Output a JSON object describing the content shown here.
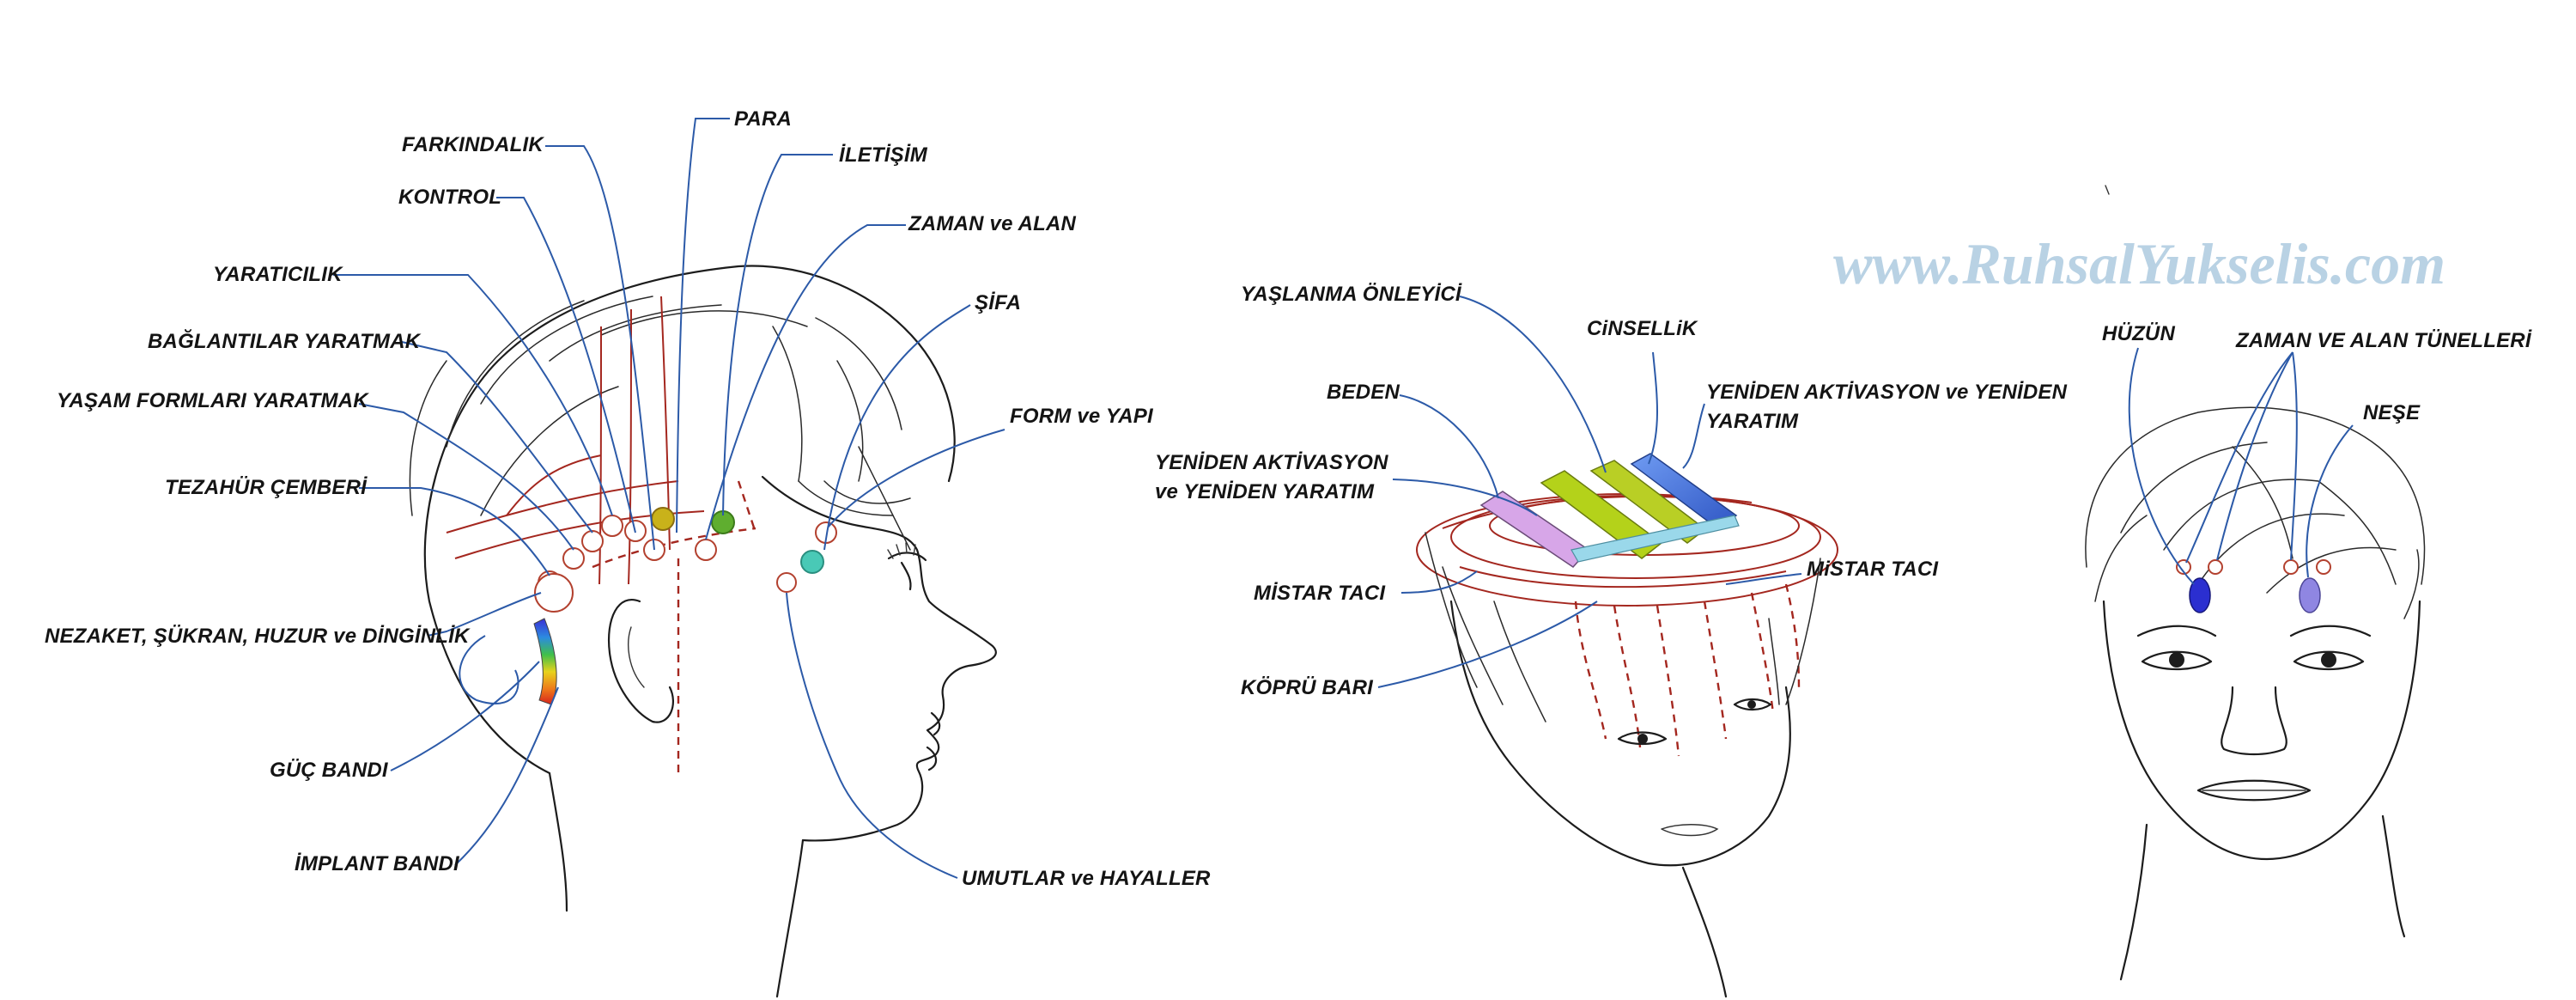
{
  "watermark": "www.RuhsalYukselis.com",
  "profile_labels": {
    "farkindalik": "FARKINDALIK",
    "para": "PARA",
    "kontrol": "KONTROL",
    "iletisim": "İLETİŞİM",
    "zaman_alan": "ZAMAN ve ALAN",
    "yaraticilik": "YARATICILIK",
    "sifa": "ŞİFA",
    "baglantilar": "BAĞLANTILAR YARATMAK",
    "form_yapi": "FORM ve YAPI",
    "yasam_formlari": "YAŞAM FORMLARI YARATMAK",
    "tezahur": "TEZAHÜR ÇEMBERİ",
    "nezaket": "NEZAKET, ŞÜKRAN, HUZUR ve DİNGİNLİK",
    "guc_bandi": "GÜÇ BANDI",
    "implant_bandi": "İMPLANT BANDI",
    "umutlar": "UMUTLAR ve HAYALLER"
  },
  "crown_labels": {
    "yaslanma": "YAŞLANMA ÖNLEYİCİ",
    "cinsellik": "CiNSELLiK",
    "beden": "BEDEN",
    "yeniden_right_1": "YENİDEN AKTİVASYON ve YENİDEN",
    "yeniden_right_2": "YARATIM",
    "yeniden_left_1": "YENİDEN AKTİVASYON",
    "yeniden_left_2": "ve YENİDEN YARATIM",
    "mistar_left": "MİSTAR TACI",
    "mistar_right": "MiSTAR TACI",
    "kopru": "KÖPRÜ BARI"
  },
  "front_labels": {
    "huzun": "HÜZÜN",
    "tuneller": "ZAMAN VE ALAN TÜNELLERİ",
    "nese": "NEŞE"
  },
  "colors": {
    "leader_line": "#2c5aa8",
    "grid_line": "#a4271f",
    "watermark": "#b9d2e4",
    "para_dot": "#c9b21a",
    "iletisim_dot": "#5fae2f",
    "sifa_dot": "#49c9b6",
    "huzun_oval": "#2b2fd0",
    "nese_oval": "#8f86e2",
    "beden_bar": "#d7a6e8",
    "yaslanma_bar": "#b4d21a",
    "cinsellik_bar": "#b9cf25",
    "yeniden_bar": "#4a72d8",
    "bridge_bar": "#9ad8ea"
  }
}
